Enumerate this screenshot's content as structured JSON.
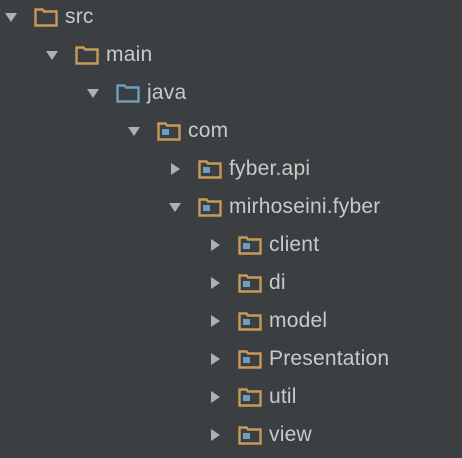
{
  "colors": {
    "background": "#3c3f41",
    "text": "#c9c9c9",
    "arrow": "#aeb1b3",
    "folder_outline": "#c79a57",
    "source_folder_outline": "#6a9fc2",
    "package_dot": "#6a9fc2"
  },
  "tree": {
    "nodes": [
      {
        "label": "src",
        "state": "expanded",
        "icon": "folder-icon",
        "level": 0
      },
      {
        "label": "main",
        "state": "expanded",
        "icon": "folder-icon",
        "level": 1
      },
      {
        "label": "java",
        "state": "expanded",
        "icon": "source-folder-icon",
        "level": 2
      },
      {
        "label": "com",
        "state": "expanded",
        "icon": "package-folder-icon",
        "level": 3
      },
      {
        "label": "fyber.api",
        "state": "collapsed",
        "icon": "package-folder-icon",
        "level": 4
      },
      {
        "label": "mirhoseini.fyber",
        "state": "expanded",
        "icon": "package-folder-icon",
        "level": 4
      },
      {
        "label": "client",
        "state": "collapsed",
        "icon": "package-folder-icon",
        "level": 5
      },
      {
        "label": "di",
        "state": "collapsed",
        "icon": "package-folder-icon",
        "level": 5
      },
      {
        "label": "model",
        "state": "collapsed",
        "icon": "package-folder-icon",
        "level": 5
      },
      {
        "label": "Presentation",
        "state": "collapsed",
        "icon": "package-folder-icon",
        "level": 5
      },
      {
        "label": "util",
        "state": "collapsed",
        "icon": "package-folder-icon",
        "level": 5
      },
      {
        "label": "view",
        "state": "collapsed",
        "icon": "package-folder-icon",
        "level": 5
      }
    ]
  }
}
